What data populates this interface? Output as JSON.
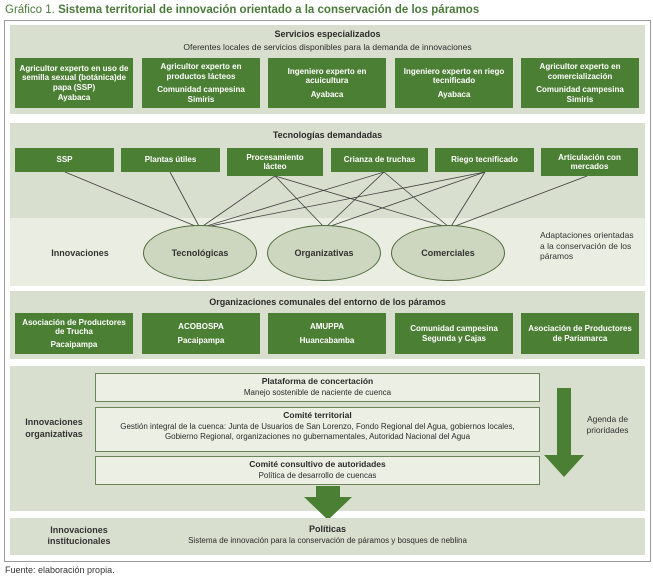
{
  "title": {
    "prefix": "Gráfico 1.",
    "main": "Sistema territorial de innovación orientado a la conservación de los páramos"
  },
  "services": {
    "heading": "Servicios especializados",
    "subheading": "Oferentes locales de servicios disponibles para la demanda de innovaciones",
    "boxes": [
      {
        "label": "Agricultor experto en uso de semilla sexual (botánica)de papa (SSP)",
        "place": "Ayabaca"
      },
      {
        "label": "Agricultor experto en productos lácteos",
        "place": "Comunidad campesina Simiris"
      },
      {
        "label": "Ingeniero experto en acuicultura",
        "place": "Ayabaca"
      },
      {
        "label": "Ingeniero experto en riego tecnificado",
        "place": "Ayabaca"
      },
      {
        "label": "Agricultor experto en comercialización",
        "place": "Comunidad campesina Simiris"
      }
    ]
  },
  "technologies": {
    "heading": "Tecnologías demandadas",
    "boxes": [
      "SSP",
      "Plantas útiles",
      "Procesamiento lácteo",
      "Crianza de truchas",
      "Riego tecnificado",
      "Articulación con mercados"
    ]
  },
  "innovations": {
    "label": "Innovaciones",
    "ellipses": [
      "Tecnológicas",
      "Organizativas",
      "Comerciales"
    ],
    "note": "Adaptaciones orientadas a la conservación de los páramos"
  },
  "organizations": {
    "heading": "Organizaciones comunales del entorno de los páramos",
    "boxes": [
      {
        "label": "Asociación de Productores de Trucha",
        "place": "Pacaipampa"
      },
      {
        "label": "ACOBOSPA",
        "place": "Pacaipampa"
      },
      {
        "label": "AMUPPA",
        "place": "Huancabamba"
      },
      {
        "label": "Comunidad campesina Segunda y Cajas",
        "place": ""
      },
      {
        "label": "Asociación de Productores de Pariamarca",
        "place": ""
      }
    ]
  },
  "org_innovations": {
    "label": "Innovaciones organizativas",
    "agenda": "Agenda de prioridades",
    "boxes": [
      {
        "title": "Plataforma de concertación",
        "desc": "Manejo sostenible de naciente de cuenca"
      },
      {
        "title": "Comité territorial",
        "desc": "Gestión integral de la cuenca: Junta de Usuarios de San Lorenzo, Fondo Regional del Agua, gobiernos locales, Gobierno Regional, organizaciones no gubernamentales, Autoridad Nacional del Agua"
      },
      {
        "title": "Comité consultivo de autoridades",
        "desc": "Política de desarrollo de cuencas"
      }
    ]
  },
  "institutional": {
    "label": "Innovaciones institucionales",
    "title": "Políticas",
    "desc": "Sistema de innovación para la conservación de páramos y bosques de neblina"
  },
  "footer": "Fuente: elaboración propia.",
  "colors": {
    "box": "#4b7f33",
    "band": "#d9dfcf",
    "arrow": "#4b7f33"
  }
}
